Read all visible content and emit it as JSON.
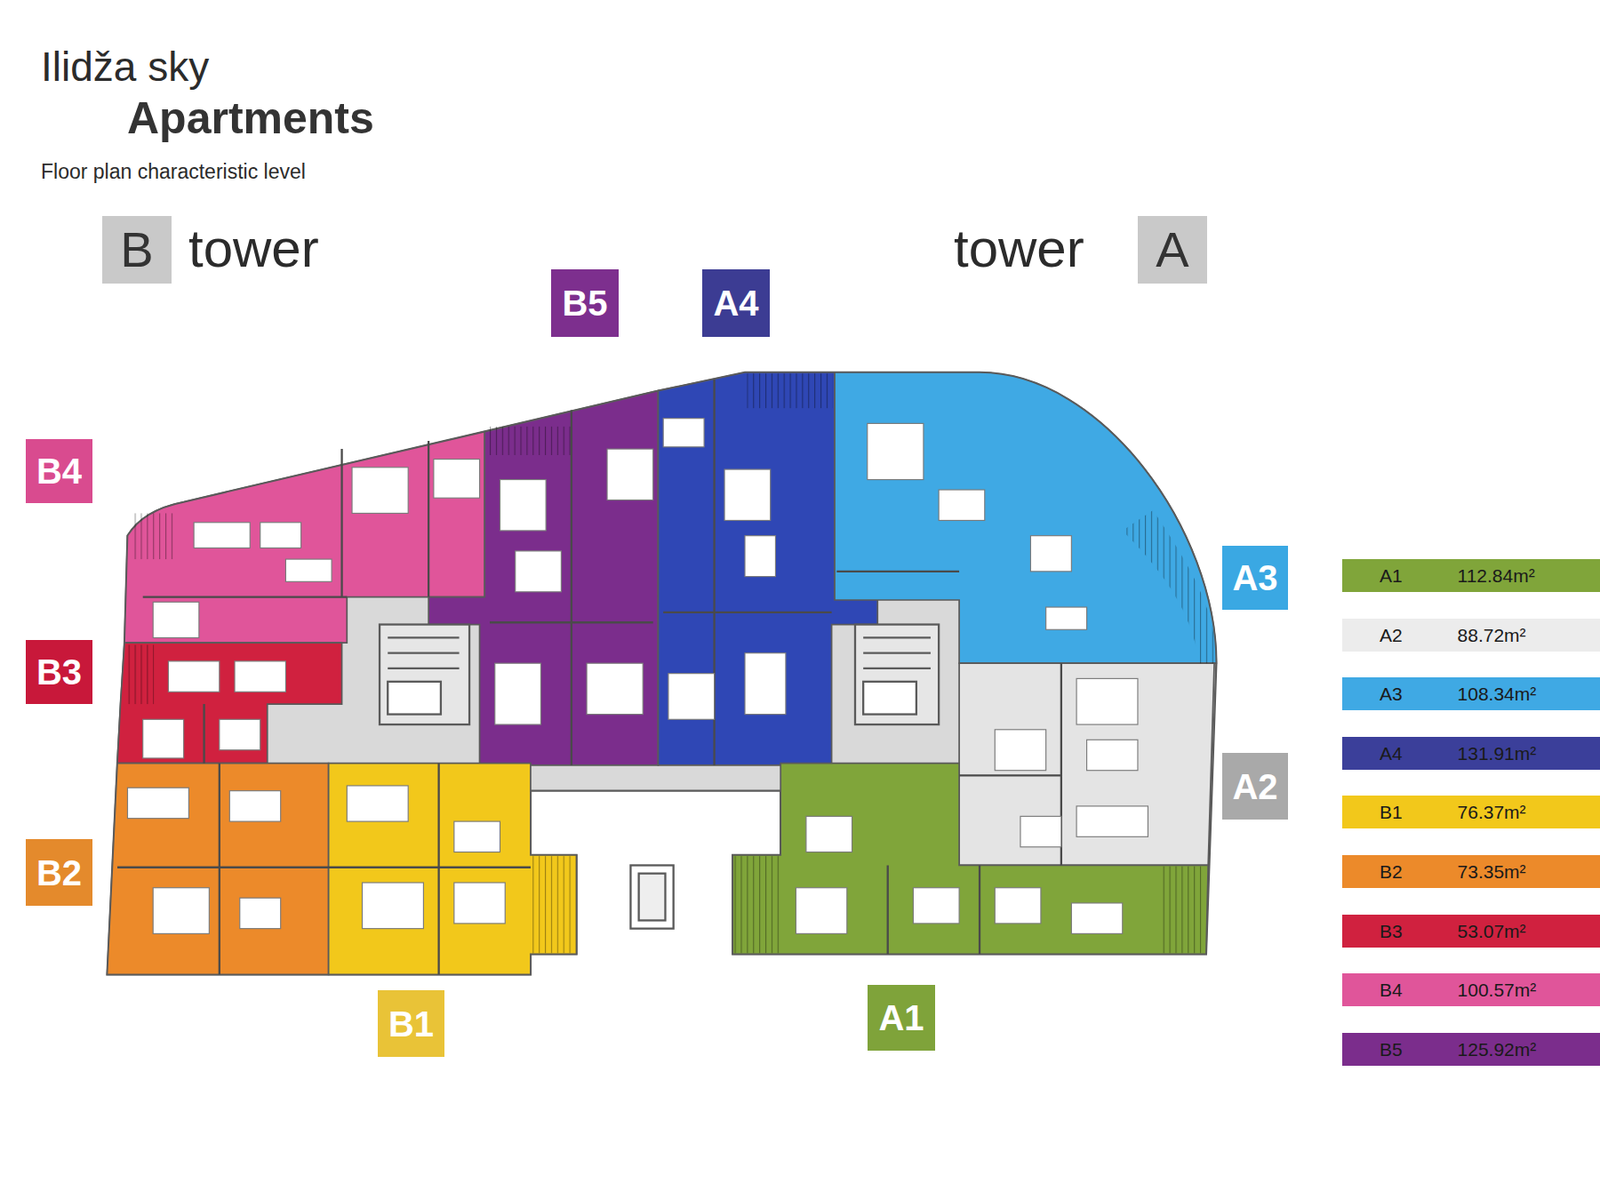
{
  "diagram": {
    "title": "Apartments",
    "nodes": [
      {
        "text": [
          "B"
        ]
      },
      {
        "text": [
          "A"
        ]
      },
      {
        "text": [
          "B5"
        ]
      },
      {
        "text": [
          "A4"
        ]
      },
      {
        "text": [
          "B4"
        ]
      },
      {
        "text": [
          "A3"
        ]
      },
      {
        "text": [
          "B3"
        ]
      },
      {
        "text": [
          "A2"
        ]
      },
      {
        "text": [
          "B2"
        ]
      },
      {
        "text": [
          "B1"
        ]
      },
      {
        "text": [
          "A1"
        ]
      }
    ],
    "labels": [
      "Ilidža sky",
      "Floor plan characteristic level",
      "tower",
      "tower"
    ],
    "legend": [
      {
        "text": "A1 112.84m²",
        "color": "#80a53a"
      },
      {
        "text": "A2 88.72m²",
        "color": "#ececec"
      },
      {
        "text": "A3 108.34m²",
        "color": "#3fa9e4"
      },
      {
        "text": "A4 131.91m²",
        "color": "#3b3f9a"
      },
      {
        "text": "B1 76.37m²",
        "color": "#f2c81b"
      },
      {
        "text": "B2 73.35m²",
        "color": "#ec8a2a"
      },
      {
        "text": "B3 53.07m²",
        "color": "#d0213f"
      },
      {
        "text": "B4 100.57m²",
        "color": "#e0559a"
      },
      {
        "text": "B5 125.92m²",
        "color": "#7b2d8c"
      }
    ]
  }
}
